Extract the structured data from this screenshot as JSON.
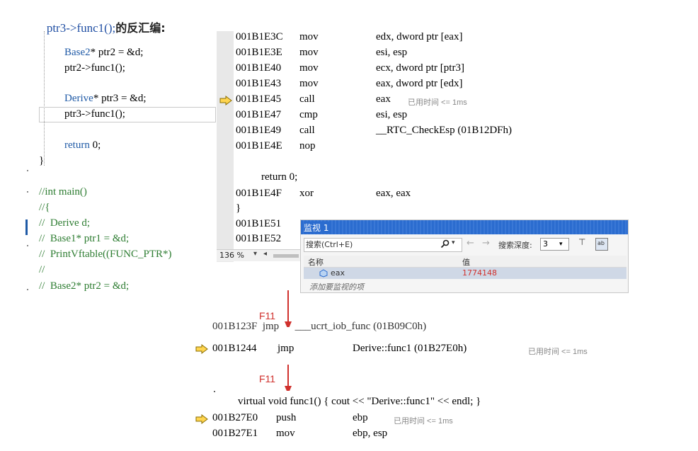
{
  "title": {
    "code": "ptr3->func1();",
    "cn": "的反汇编:"
  },
  "source": {
    "lines": [
      {
        "text": "Base2* ptr2 = &d;",
        "type": "Base2"
      },
      {
        "text": "ptr2->func1();"
      },
      {
        "text": "Derive* ptr3 = &d;",
        "type": "Derive"
      },
      {
        "text": "ptr3->func1();"
      },
      {
        "text": "return 0;"
      },
      {
        "text": "}"
      },
      {
        "text": "//int main()"
      },
      {
        "text": "//{"
      },
      {
        "text": "//  Derive d;"
      },
      {
        "text": "//  Base1* ptr1 = &d;"
      },
      {
        "text": "//  PrintVftable((FUNC_PTR*)"
      },
      {
        "text": "//"
      },
      {
        "text": "//  Base2* ptr2 = &d;"
      }
    ]
  },
  "disasm": {
    "rows": [
      {
        "addr": "001B1E3C",
        "op": "mov",
        "arg": "edx, dword ptr [eax]"
      },
      {
        "addr": "001B1E3E",
        "op": "mov",
        "arg": "esi, esp"
      },
      {
        "addr": "001B1E40",
        "op": "mov",
        "arg": "ecx, dword ptr [ptr3]"
      },
      {
        "addr": "001B1E43",
        "op": "mov",
        "arg": "eax, dword ptr [edx]"
      },
      {
        "addr": "001B1E45",
        "op": "call",
        "arg": "eax",
        "current": true
      },
      {
        "addr": "001B1E47",
        "op": "cmp",
        "arg": "esi, esp"
      },
      {
        "addr": "001B1E49",
        "op": "call",
        "arg": "__RTC_CheckEsp (01B12DFh)"
      },
      {
        "addr": "001B1E4E",
        "op": "nop",
        "arg": ""
      }
    ],
    "elapsed": "已用时间 <= 1ms",
    "return_line": "return 0;",
    "xor_row": {
      "addr": "001B1E4F",
      "op": "xor",
      "arg": "eax, eax"
    },
    "brace": "}",
    "tail_rows": [
      "001B1E51",
      "001B1E52"
    ]
  },
  "zoom": {
    "value": "136 %"
  },
  "watch": {
    "title": "监视 1",
    "search_placeholder": "搜索(Ctrl+E)",
    "depth_label": "搜索深度:",
    "depth_value": "3",
    "col_name": "名称",
    "col_value": "值",
    "row_name": "eax",
    "row_value": "1774148",
    "add_hint": "添加要监视的项"
  },
  "f11_label": "F11",
  "step2": {
    "partial": "001B123F  jmp      ___ucrt_iob_func (01B09C0h)",
    "addr": "001B1244",
    "op": "jmp",
    "arg": "Derive::func1 (01B27E0h)",
    "elapsed": "已用时间 <= 1ms"
  },
  "step3": {
    "source": "virtual void func1() { cout << \"Derive::func1\" << endl; }",
    "rows": [
      {
        "addr": "001B27E0",
        "op": "push",
        "arg": "ebp",
        "current": true
      },
      {
        "addr": "001B27E1",
        "op": "mov",
        "arg": "ebp, esp"
      }
    ],
    "elapsed": "已用时间 <= 1ms"
  },
  "colors": {
    "accent": "#2b6ccf",
    "f11": "#d0312d",
    "value": "#d0312d",
    "arrow": "#e5b100"
  }
}
